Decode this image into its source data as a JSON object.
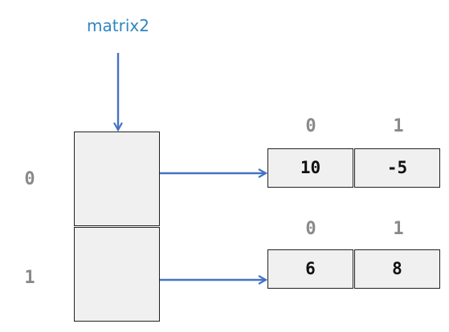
{
  "variable_label": "matrix2",
  "row_indices": [
    "0",
    "1"
  ],
  "rows": [
    {
      "col_indices": [
        "0",
        "1"
      ],
      "values": [
        "10",
        "-5"
      ]
    },
    {
      "col_indices": [
        "0",
        "1"
      ],
      "values": [
        "6",
        "8"
      ]
    }
  ],
  "colors": {
    "arrow": "#4472c4",
    "label": "#2e86c1",
    "index": "#8a8a8a",
    "cell_fill": "#f0f0f0",
    "border": "#222222"
  }
}
